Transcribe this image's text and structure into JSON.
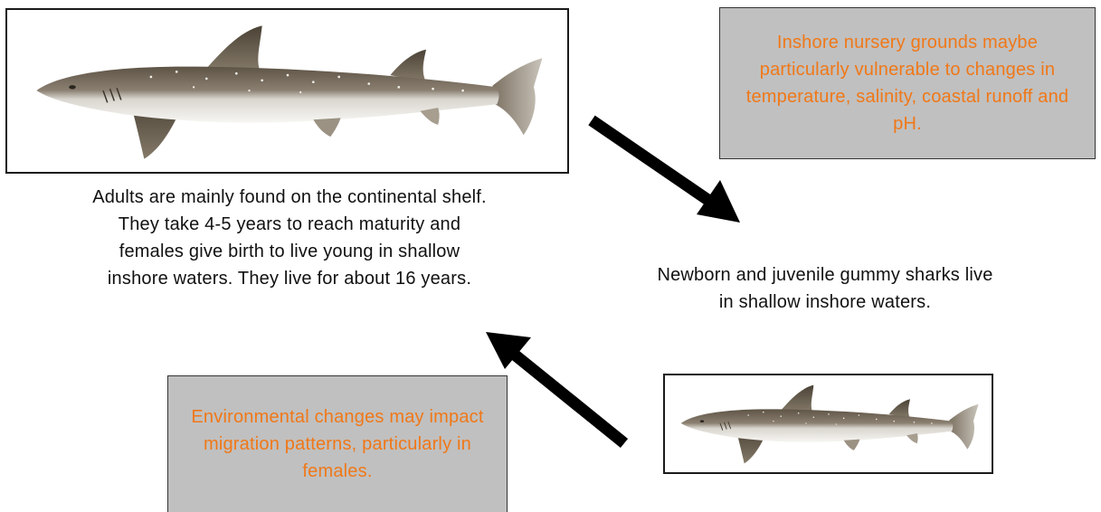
{
  "adult_caption": "Adults are mainly found on the continental shelf.  They take 4-5 years to reach maturity and females give birth to live young in shallow inshore waters. They live for about 16 years.",
  "juvenile_caption": "Newborn and juvenile gummy sharks live in shallow inshore waters.",
  "nursery_note": "Inshore nursery grounds maybe particularly vulnerable to changes in temperature, salinity, coastal runoff and pH.",
  "migration_note": "Environmental changes may impact migration patterns, particularly in females.",
  "colors": {
    "note_text": "#f07818",
    "note_bg": "#c0c0c0",
    "arrow": "#000000"
  },
  "icons": {
    "adult_image": "shark-illustration",
    "juvenile_image": "shark-illustration",
    "arrows": "arrow-icon"
  }
}
